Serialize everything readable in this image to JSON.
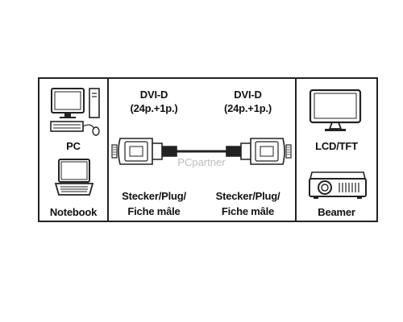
{
  "left_panel": {
    "pc_label": "PC",
    "notebook_label": "Notebook"
  },
  "center_panel": {
    "left_connector": {
      "type": "DVI-D",
      "pins": "(24p.+1p.)",
      "gender_line1": "Stecker/Plug/",
      "gender_line2": "Fiche mâle"
    },
    "right_connector": {
      "type": "DVI-D",
      "pins": "(24p.+1p.)",
      "gender_line1": "Stecker/Plug/",
      "gender_line2": "Fiche mâle"
    },
    "watermark": "PCpartner"
  },
  "right_panel": {
    "display_label": "LCD/TFT",
    "projector_label": "Beamer"
  },
  "colors": {
    "line": "#222222",
    "background": "#ffffff"
  }
}
